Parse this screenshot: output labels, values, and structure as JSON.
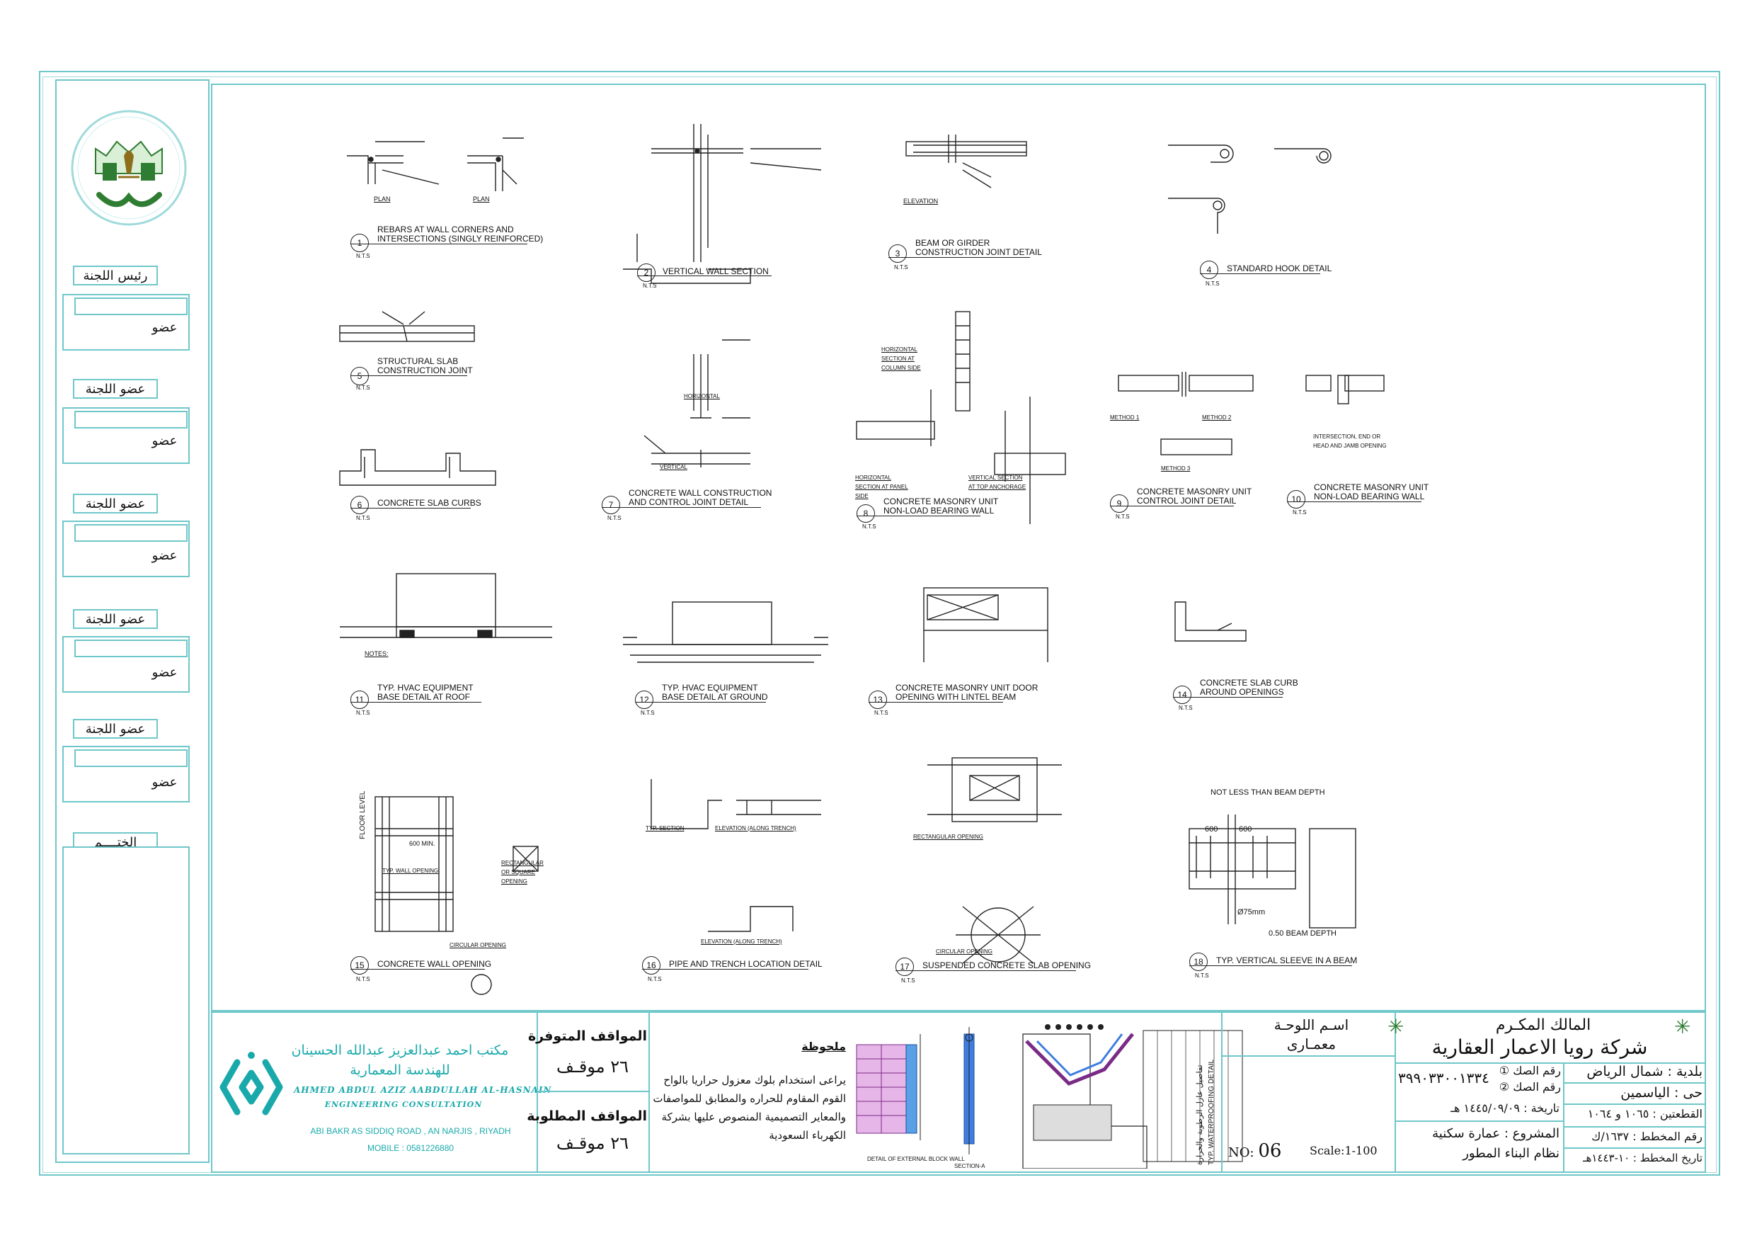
{
  "sidebar": {
    "committee_chair": "رئيس اللجنة",
    "committee_member": "عضو اللجنة",
    "member": "عضو",
    "seal": "الختــــم"
  },
  "details": [
    {
      "num": "1",
      "title": [
        "REBARS AT WALL CORNERS AND",
        "INTERSECTIONS (SINGLY REINFORCED)"
      ]
    },
    {
      "num": "2",
      "title": [
        "VERTICAL WALL SECTION"
      ]
    },
    {
      "num": "3",
      "title": [
        "BEAM OR GIRDER",
        "CONSTRUCTION JOINT DETAIL"
      ]
    },
    {
      "num": "4",
      "title": [
        "STANDARD HOOK DETAIL"
      ]
    },
    {
      "num": "5",
      "title": [
        "STRUCTURAL SLAB",
        "CONSTRUCTION JOINT"
      ]
    },
    {
      "num": "6",
      "title": [
        "CONCRETE SLAB CURBS"
      ]
    },
    {
      "num": "7",
      "title": [
        "CONCRETE WALL CONSTRUCTION",
        "AND CONTROL JOINT DETAIL"
      ]
    },
    {
      "num": "8",
      "title": [
        "CONCRETE MASONRY UNIT",
        "NON-LOAD BEARING WALL"
      ]
    },
    {
      "num": "9",
      "title": [
        "CONCRETE MASONRY UNIT",
        "CONTROL JOINT DETAIL"
      ]
    },
    {
      "num": "10",
      "title": [
        "CONCRETE MASONRY UNIT",
        "NON-LOAD BEARING WALL"
      ]
    },
    {
      "num": "11",
      "title": [
        "TYP. HVAC EQUIPMENT",
        "BASE DETAIL AT ROOF"
      ]
    },
    {
      "num": "12",
      "title": [
        "TYP. HVAC EQUIPMENT",
        "BASE DETAIL AT GROUND"
      ]
    },
    {
      "num": "13",
      "title": [
        "CONCRETE MASONRY UNIT DOOR",
        "OPENING WITH LINTEL BEAM"
      ]
    },
    {
      "num": "14",
      "title": [
        "CONCRETE SLAB CURB",
        "AROUND OPENINGS"
      ]
    },
    {
      "num": "15",
      "title": [
        "CONCRETE WALL OPENING"
      ]
    },
    {
      "num": "16",
      "title": [
        "PIPE AND TRENCH LOCATION DETAIL"
      ]
    },
    {
      "num": "17",
      "title": [
        "SUSPENDED CONCRETE SLAB OPENING"
      ]
    },
    {
      "num": "18",
      "title": [
        "TYP. VERTICAL SLEEVE IN A BEAM"
      ]
    }
  ],
  "scale_note": "N.T.S",
  "sub_labels": {
    "plan": "PLAN",
    "elevation": "ELEVATION",
    "horizontal": "HORIZONTAL",
    "vertical": "VERTICAL",
    "horizontal_section_column": "HORIZONTAL SECTION AT COLUMN SIDE",
    "horizontal_section_panel": "HORIZONTAL SECTION AT PANEL SIDE",
    "vertical_section_top": "VERTICAL SECTION AT TOP ANCHORAGE",
    "method1": "METHOD 1",
    "method2": "METHOD 2",
    "method3": "METHOD 3",
    "intersection": "INTERSECTION, END OR HEAD AND JAMB OPENING",
    "notes": "NOTES:",
    "typ_wall_opening": "TYP. WALL OPENING",
    "rect_square": "RECTANGULAR OR SQUARE OPENING",
    "circular_opening": "CIRCULAR OPENING",
    "typ_section": "TYP. SECTION",
    "elev_along_trench": "ELEVATION (ALONG TRENCH)",
    "rectangular_opening": "RECTANGULAR OPENING",
    "not_less": "NOT LESS THAN BEAM DEPTH",
    "dim600a": "600",
    "dim600b": "600",
    "dia75": "Ø75mm",
    "beam_depth": "0.50 BEAM DEPTH",
    "floor_level": "FLOOR LEVEL",
    "min600": "600 MIN."
  },
  "titleblock": {
    "office_ar_1": "مكتب احمد عبدالعزيز عبدالله الحسينان",
    "office_ar_2": "للهندسة المعمارية",
    "office_en_1": "AHMED ABDUL AZIZ AABDULLAH AL-HASNAIN",
    "office_en_2": "ENGINEERING CONSULTATION",
    "address": "ABI BAKR AS SIDDIQ ROAD , AN NARJIS , RIYADH",
    "mobile": "MOBILE : 0581226880",
    "parking_available_label": "المواقف المتوفرة",
    "parking_available_value": "٢٦ موقـف",
    "parking_required_label": "المواقف المطلوبة",
    "parking_required_value": "٢٦ موقـف",
    "note_title": "ملحوظة",
    "note_lines": [
      "يراعى استخدام بلوك معزول حراريا بالواح",
      "القوم المقاوم للحراره والمطابق للمواصفات",
      "والمعاير التصميمية المنصوص عليها بشركة",
      "الكهرباء السعودية"
    ],
    "section_a": "SECTION-A",
    "block_detail": "DETAIL OF EXTERNAL BLOCK WALL",
    "waterproof_detail": "TYP. WATERPROOFING DETAIL",
    "waterproof_ar": "تفاصيل عازل الرطوبة والحرارة",
    "sheet_name_label": "اسـم اللوحـة",
    "sheet_name_value": "معمـارى",
    "no_label": "NO:",
    "no_value": "06",
    "scale": "Scale:1-100",
    "owner_label": "المالك المكـرم",
    "owner_value": "شركة رويا الاعمار العقارية",
    "municipality": "بلدية : شمال الرياض",
    "district": "حى : الياسمين",
    "plots": "القطعتين : ١٠٦٥ و ١٠٦٤",
    "plan_no": "رقم المخطط : ١٦٣٧/ك",
    "plan_date": "تاريخ المخطط : ١٠-١٤٤٣هـ",
    "deed1_label": "رقم الصك ①",
    "deed2_label": "رقم الصك ②",
    "deed_value": "٣٩٩٠٣٣٠٠١٣٣٤",
    "date_label": "تاريخة : ١٤٤٥/٠٩/٠٩ هـ",
    "project": "المشروع : عمارة سكنية",
    "system": "نظام البناء المطور"
  },
  "colors": {
    "accent": "#6fc7c9",
    "logo_green": "#2e7d32",
    "brand_teal": "#1aa9ab"
  }
}
